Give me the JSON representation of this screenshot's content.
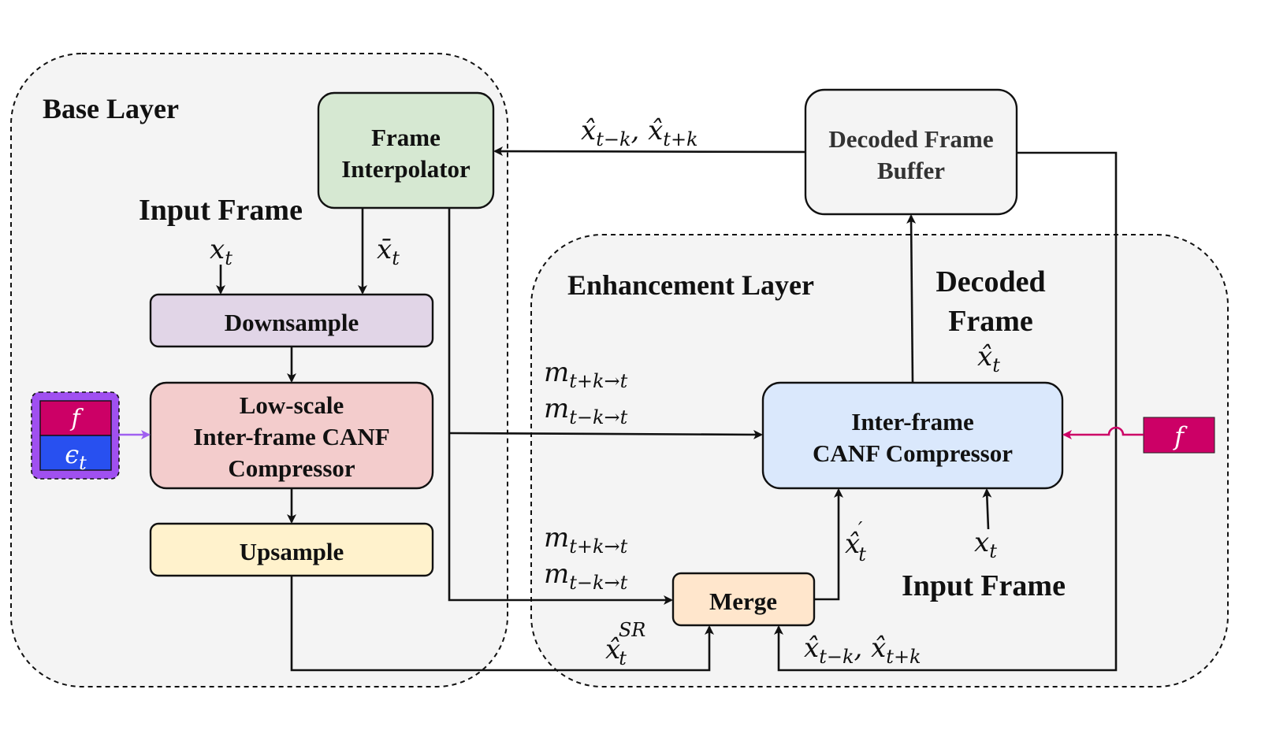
{
  "layers": {
    "base_title": "Base Layer",
    "enhancement_title": "Enhancement Layer"
  },
  "nodes": {
    "frame_interpolator": [
      "Frame",
      "Interpolator"
    ],
    "downsample": "Downsample",
    "low_scale_compressor": [
      "Low-scale",
      "Inter-frame CANF",
      "Compressor"
    ],
    "upsample": "Upsample",
    "decoded_frame_buffer": [
      "Decoded Frame",
      "Buffer"
    ],
    "inter_frame_compressor": [
      "Inter-frame",
      "CANF Compressor"
    ],
    "merge": "Merge"
  },
  "labels": {
    "input_frame_base": "Input Frame",
    "input_frame_enh": "Input Frame",
    "decoded_frame": [
      "Decoded",
      "Frame"
    ]
  },
  "math": {
    "x_t_base": {
      "base": "x",
      "sub": "t"
    },
    "x_bar_t": {
      "base": "x̄",
      "sub": "t"
    },
    "x_hat_refs_top": {
      "a": "x̂",
      "a_sub": "t−k",
      "sep": ", ",
      "b": "x̂",
      "b_sub": "t+k"
    },
    "motion_top": {
      "line1_base": "m",
      "line1_sub": "t+k→t",
      "line2_base": "m",
      "line2_sub": "t−k→t"
    },
    "motion_bottom": {
      "line1_base": "m",
      "line1_sub": "t+k→t",
      "line2_base": "m",
      "line2_sub": "t−k→t"
    },
    "x_hat_t": {
      "base": "x̂",
      "sub": "t"
    },
    "x_hat_prime": {
      "base": "x̂",
      "sub": "t",
      "sup": "′"
    },
    "x_t_enh": {
      "base": "x",
      "sub": "t"
    },
    "x_hat_sr": {
      "base": "x̂",
      "sub": "t",
      "sup": "SR"
    },
    "x_hat_refs_bottom": {
      "a": "x̂",
      "a_sub": "t−k",
      "sep": ", ",
      "b": "x̂",
      "b_sub": "t+k"
    }
  },
  "conditioning": {
    "f_left": "f",
    "eps_left": {
      "base": "ϵ",
      "sub": "t"
    },
    "f_right": "f"
  },
  "colors": {
    "layer_fill": "#f4f4f4",
    "frame_interpolator": "#d6e8d2",
    "downsample": "#e1d5e7",
    "low_scale_compressor": "#f3cccc",
    "upsample": "#fff2cc",
    "decoded_frame_buffer": "#f4f4f4",
    "inter_frame_compressor": "#dae8fc",
    "merge": "#ffe6cc",
    "f_block": "#cc0066",
    "eps_block": "#2850f0",
    "cond_border": "#a050f0",
    "f_arrow": "#cc0066",
    "cond_arrow": "#a060f0"
  }
}
